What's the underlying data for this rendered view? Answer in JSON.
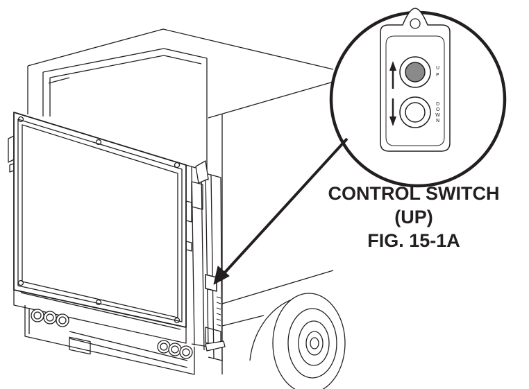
{
  "caption": {
    "line1": "CONTROL SWITCH",
    "line2": "(UP)",
    "line3": "FIG. 15-1A"
  },
  "switch": {
    "up_letters": [
      "U",
      "P"
    ],
    "down_letters": [
      "D",
      "O",
      "W",
      "N"
    ]
  },
  "colors": {
    "ink": "#231f20",
    "up_button_fill": "#8a8a8a",
    "background": "#ffffff"
  }
}
